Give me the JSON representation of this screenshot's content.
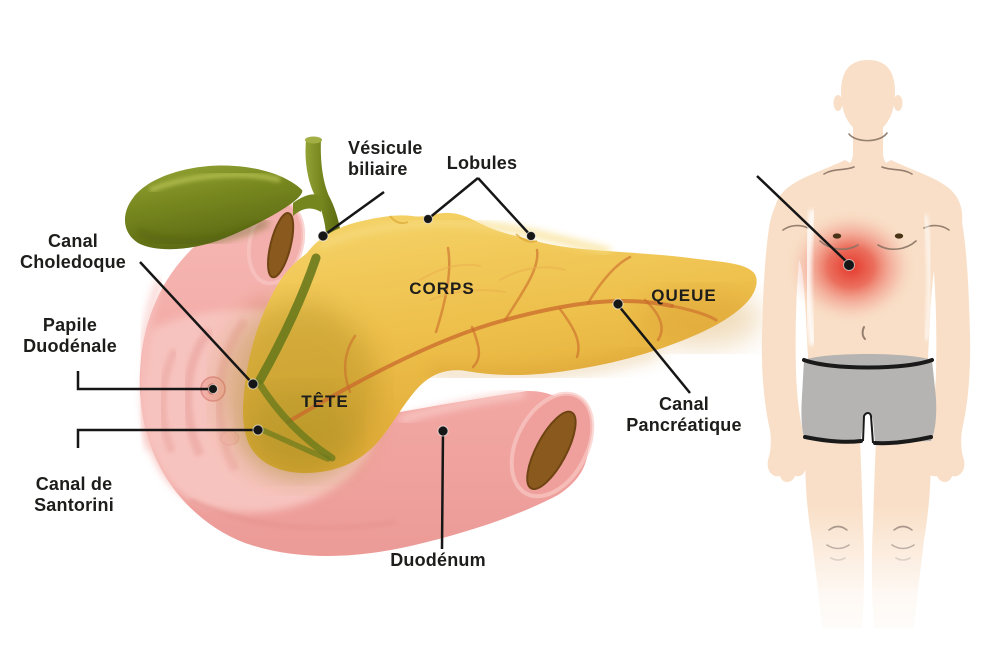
{
  "labels": {
    "vesicule_line1": "Vésicule",
    "vesicule_line2": "biliaire",
    "lobules": "Lobules",
    "choledoque_line1": "Canal",
    "choledoque_line2": "Choledoque",
    "papile_line1": "Papile",
    "papile_line2": "Duodénale",
    "santorini_line1": "Canal de",
    "santorini_line2": "Santorini",
    "tete": "TÊTE",
    "corps": "CORPS",
    "queue": "QUEUE",
    "pancreatique_line1": "Canal",
    "pancreatique_line2": "Pancréatique",
    "duodenum": "Duodénum"
  },
  "colors": {
    "text": "#1d1d1b",
    "line": "#161616",
    "pancreas": "#eec04c",
    "pancreas_dark": "#c9992b",
    "duodenum": "#f2a7a3",
    "duodenum_light": "#f7c3be",
    "opening_brown": "#8a591d",
    "gallbladder": "#76861e",
    "duct_olive": "#6b7a1c",
    "skin": "#f9dfc7",
    "contour": "#8a7465",
    "shorts": "#b5b4b2",
    "pain_red": "#e43124"
  }
}
